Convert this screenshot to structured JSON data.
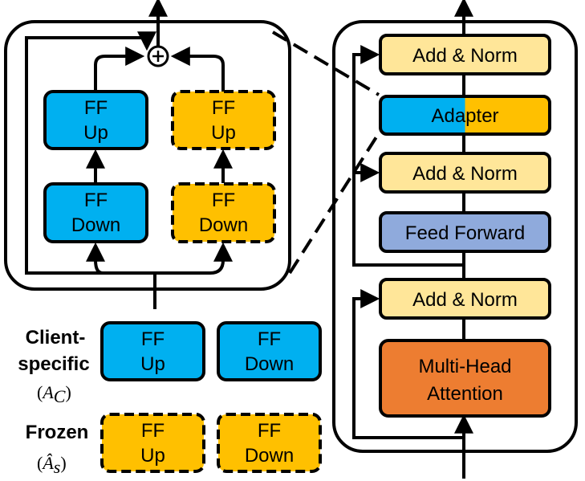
{
  "colors": {
    "client": "#00b0f0",
    "frozen": "#ffc000",
    "add_norm": "#ffe699",
    "feed_forward": "#8faadc",
    "attention": "#ed7d31",
    "line": "#000000"
  },
  "adapter_detail": {
    "sum_symbol": "+",
    "client_up": [
      "FF",
      "Up"
    ],
    "frozen_up": [
      "FF",
      "Up"
    ],
    "client_down": [
      "FF",
      "Down"
    ],
    "frozen_down": [
      "FF",
      "Down"
    ]
  },
  "legend": {
    "client_label": [
      "Client-",
      "specific"
    ],
    "client_symbol": "A",
    "client_sub": "C",
    "frozen_label": "Frozen",
    "frozen_symbol": "Â",
    "frozen_sub": "s",
    "client_up": [
      "FF",
      "Up"
    ],
    "client_down": [
      "FF",
      "Down"
    ],
    "frozen_up": [
      "FF",
      "Up"
    ],
    "frozen_down": [
      "FF",
      "Down"
    ]
  },
  "transformer": {
    "add_norm_top": "Add & Norm",
    "adapter": "Adapter",
    "add_norm_mid": "Add & Norm",
    "feed_forward": "Feed Forward",
    "add_norm_bottom": "Add & Norm",
    "attention": [
      "Multi-Head",
      "Attention"
    ]
  }
}
